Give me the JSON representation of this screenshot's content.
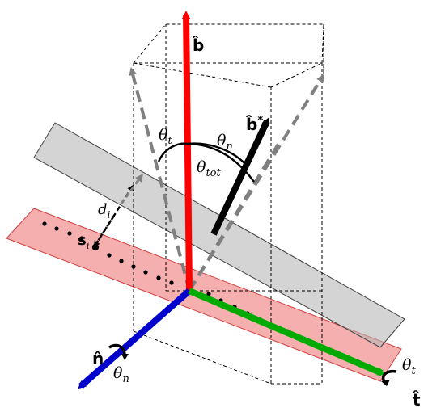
{
  "labels": {
    "b_hat": "b̂",
    "b_hat_star": "b̂",
    "star": "*",
    "n_hat": "n̂",
    "t_hat": "t̂",
    "theta": "θ",
    "sub_t": "t",
    "sub_n": "n",
    "sub_tot": "tot",
    "d": "d",
    "sub_i": "i",
    "s": "s"
  },
  "colors": {
    "b_axis": "#ff0000",
    "n_axis": "#0000cc",
    "t_axis": "#00aa00",
    "b_star": "#000000",
    "projection": "#808080",
    "red_plane_fill": "#f4a6a6",
    "red_plane_stroke": "#d04040",
    "gray_plane_fill": "#b8b8b8",
    "gray_plane_stroke": "#404040",
    "box": "#000000",
    "points": "#000000"
  }
}
